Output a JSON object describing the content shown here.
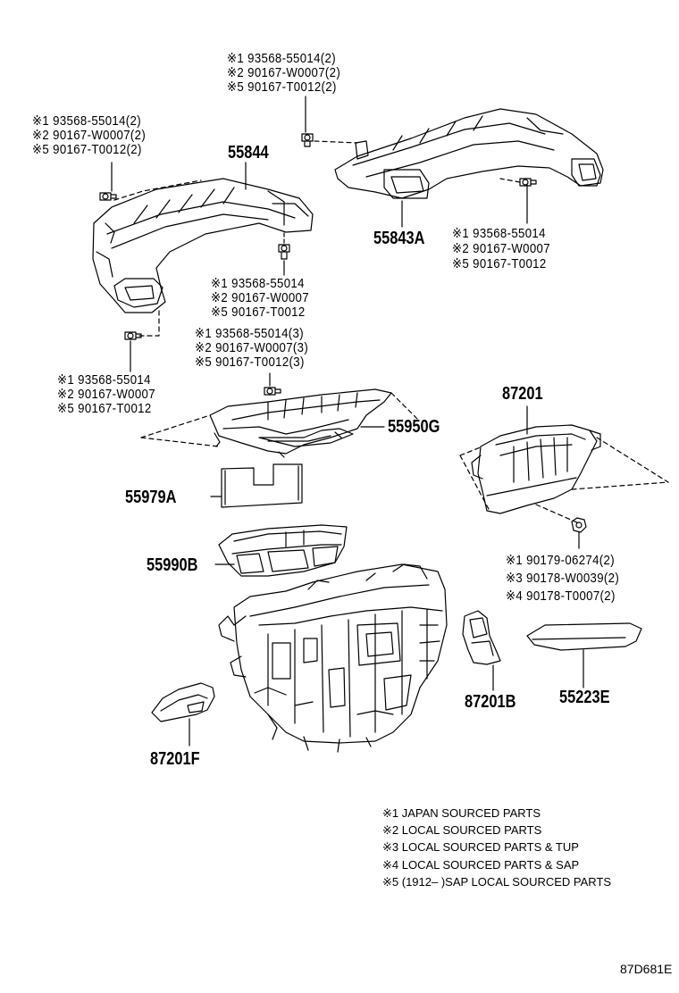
{
  "callouts": {
    "c1": [
      "※1 93568-55014(2)",
      "※2 90167-W0007(2)",
      "※5 90167-T0012(2)"
    ],
    "c2": [
      "※1 93568-55014(2)",
      "※2 90167-W0007(2)",
      "※5 90167-T0012(2)"
    ],
    "c3": [
      "※1 93568-55014",
      "※2 90167-W0007",
      "※5 90167-T0012"
    ],
    "c4": [
      "※1 93568-55014",
      "※2 90167-W0007",
      "※5 90167-T0012"
    ],
    "c5": [
      "※1 93568-55014(3)",
      "※2 90167-W0007(3)",
      "※5 90167-T0012(3)"
    ],
    "c6": [
      "※1 93568-55014",
      "※2 90167-W0007",
      "※5 90167-T0012"
    ],
    "c7": [
      "※1 90179-06274(2)",
      "※3 90178-W0039(2)",
      "※4 90178-T0007(2)"
    ]
  },
  "parts": {
    "p55844": "55844",
    "p55843A": "55843A",
    "p55950G": "55950G",
    "p87201": "87201",
    "p55979A": "55979A",
    "p55990B": "55990B",
    "p87201B": "87201B",
    "p55223E": "55223E",
    "p87201F": "87201F"
  },
  "legend": [
    "※1 JAPAN SOURCED PARTS",
    "※2 LOCAL SOURCED PARTS",
    "※3 LOCAL SOURCED PARTS & TUP",
    "※4 LOCAL SOURCED PARTS & SAP",
    "※5 (1912–        )SAP LOCAL SOURCED PARTS"
  ],
  "diagram_code": "87D681E"
}
